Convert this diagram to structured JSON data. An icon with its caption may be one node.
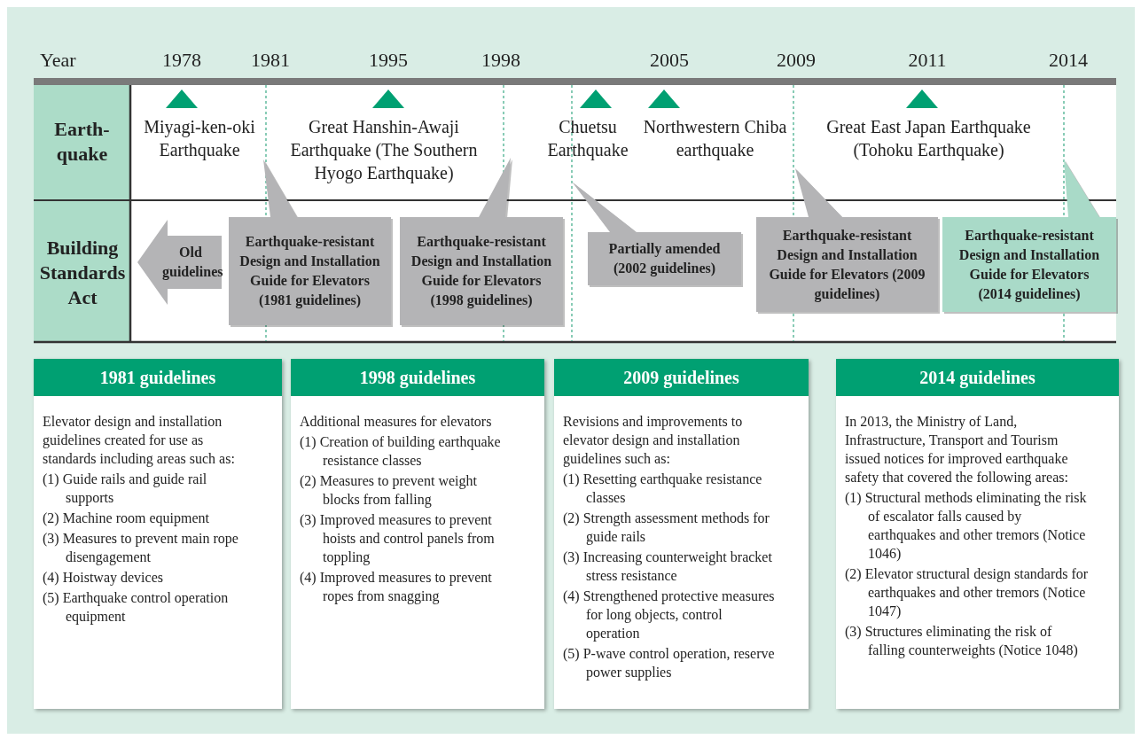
{
  "diagram": {
    "nodes": [
      {
        "text": [
          "Miyagi-ken-oki Earthquake"
        ]
      },
      {
        "text": [
          "Great Hanshin-Awaji Earthquake (The Southern Hyogo Earthquake)"
        ]
      },
      {
        "text": [
          "Chuetsu Earthquake"
        ]
      },
      {
        "text": [
          "Northwestern Chiba earthquake"
        ]
      },
      {
        "text": [
          "Great East Japan Earthquake (Tohoku Earthquake)"
        ]
      },
      {
        "text": [
          "Old guidelines"
        ]
      },
      {
        "text": [
          "Earthquake-resistant Design and Installation Guide for Elevators (1981 guidelines)"
        ]
      },
      {
        "text": [
          "Earthquake-resistant Design and Installation Guide for Elevators (1998 guidelines)"
        ]
      },
      {
        "text": [
          "Partially amended (2002 guidelines)"
        ]
      },
      {
        "text": [
          "Earthquake-resistant Design and Installation Guide for Elevators (2009 guidelines)"
        ]
      },
      {
        "text": [
          "Earthquake-resistant Design and Installation Guide for Elevators (2014 guidelines)"
        ]
      },
      {
        "text": [
          "1981 guidelines",
          "Elevator design and installation guidelines created for use as standards including areas such as:",
          "(1) Guide rails and guide rail supports",
          "(2) Machine room equipment",
          "(3) Measures to prevent main rope disengagement",
          "(4) Hoistway devices",
          "(5) Earthquake control operation equipment"
        ]
      },
      {
        "text": [
          "1998 guidelines",
          "Additional measures for elevators",
          "(1) Creation of building earthquake resistance classes",
          "(2) Measures to prevent weight blocks from falling",
          "(3) Improved measures to prevent hoists and control panels from toppling",
          "(4) Improved measures to prevent ropes from snagging"
        ]
      },
      {
        "text": [
          "2009 guidelines",
          "Revisions and improvements to elevator design and installation guidelines such as:",
          "(1) Resetting earthquake resistance classes",
          "(2) Strength assessment methods for guide rails",
          "(3) Increasing counterweight bracket stress resistance",
          "(4) Strengthened protective measures for long objects, control operation",
          "(5) P-wave control operation, reserve power supplies"
        ]
      },
      {
        "text": [
          "2014 guidelines",
          "In 2013, the Ministry of Land, Infrastructure, Transport and Tourism issued notices for improved earthquake safety that covered the following areas:",
          "(1) Structural methods eliminating the risk of escalator falls caused by earthquakes and other tremors (Notice 1046)",
          "(2) Elevator structural design standards for earthquakes and other tremors (Notice 1047)",
          "(3) Structures eliminating the risk of falling counterweights (Notice 1048)"
        ]
      }
    ],
    "labels": [
      "Year",
      "1978",
      "1981",
      "1995",
      "1998",
      "2005",
      "2009",
      "2011",
      "2014",
      "Earth-quake",
      "Building Standards Act"
    ]
  }
}
